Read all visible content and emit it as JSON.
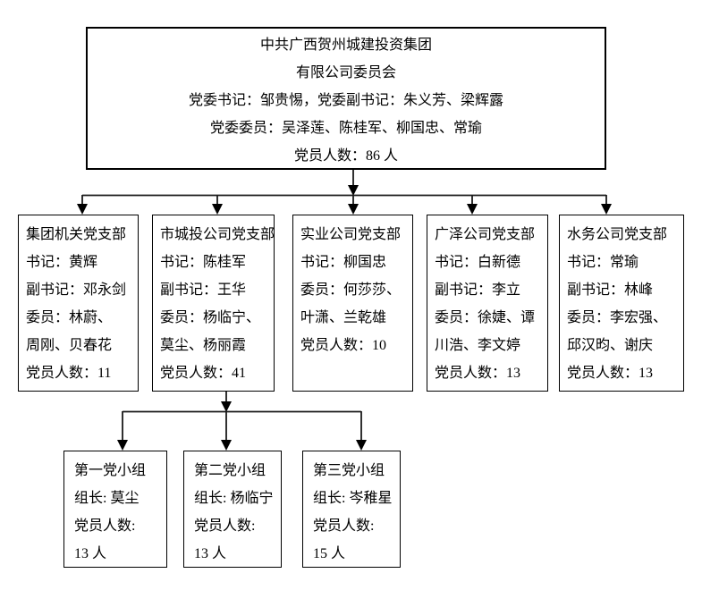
{
  "colors": {
    "background": "#ffffff",
    "text": "#000000",
    "box_border": "#000000",
    "connector_line": "#1a1a1a"
  },
  "chart": {
    "title_box": {
      "lines": [
        "中共广西贺州城建投资集团",
        "有限公司委员会",
        "党委书记：邹贵惕，党委副书记：朱义芳、梁辉露",
        "党委委员：吴泽莲、陈桂军、柳国忠、常瑜",
        "党员人数：86 人"
      ]
    },
    "branches": [
      {
        "lines": [
          "集团机关党支部",
          "书记：黄辉",
          "副书记：邓永剑",
          "委员：林蔚、",
          "周刚、贝春花",
          "党员人数：11"
        ]
      },
      {
        "lines": [
          "市城投公司党支部",
          "书记：陈桂军",
          "副书记：王华",
          "委员：杨临宁、",
          "莫尘、杨丽霞",
          "党员人数：41"
        ]
      },
      {
        "lines": [
          "实业公司党支部",
          "书记：柳国忠",
          "委员：何莎莎、",
          "叶潇、兰乾雄",
          "党员人数：10"
        ]
      },
      {
        "lines": [
          "广泽公司党支部",
          "书记：白新德",
          "副书记：李立",
          "委员：徐婕、谭",
          "川浩、李文婷",
          "党员人数：13"
        ]
      },
      {
        "lines": [
          "水务公司党支部",
          "书记：常瑜",
          "副书记：林峰",
          "委员：李宏强、",
          "邱汉昀、谢庆",
          "党员人数：13"
        ]
      }
    ],
    "groups": [
      {
        "lines": [
          "第一党小组",
          "组长: 莫尘",
          "党员人数:",
          "13 人"
        ]
      },
      {
        "lines": [
          "第二党小组",
          "组长: 杨临宁",
          "党员人数:",
          "13 人"
        ]
      },
      {
        "lines": [
          "第三党小组",
          "组长: 岑稚星",
          "党员人数:",
          "15 人"
        ]
      }
    ]
  }
}
